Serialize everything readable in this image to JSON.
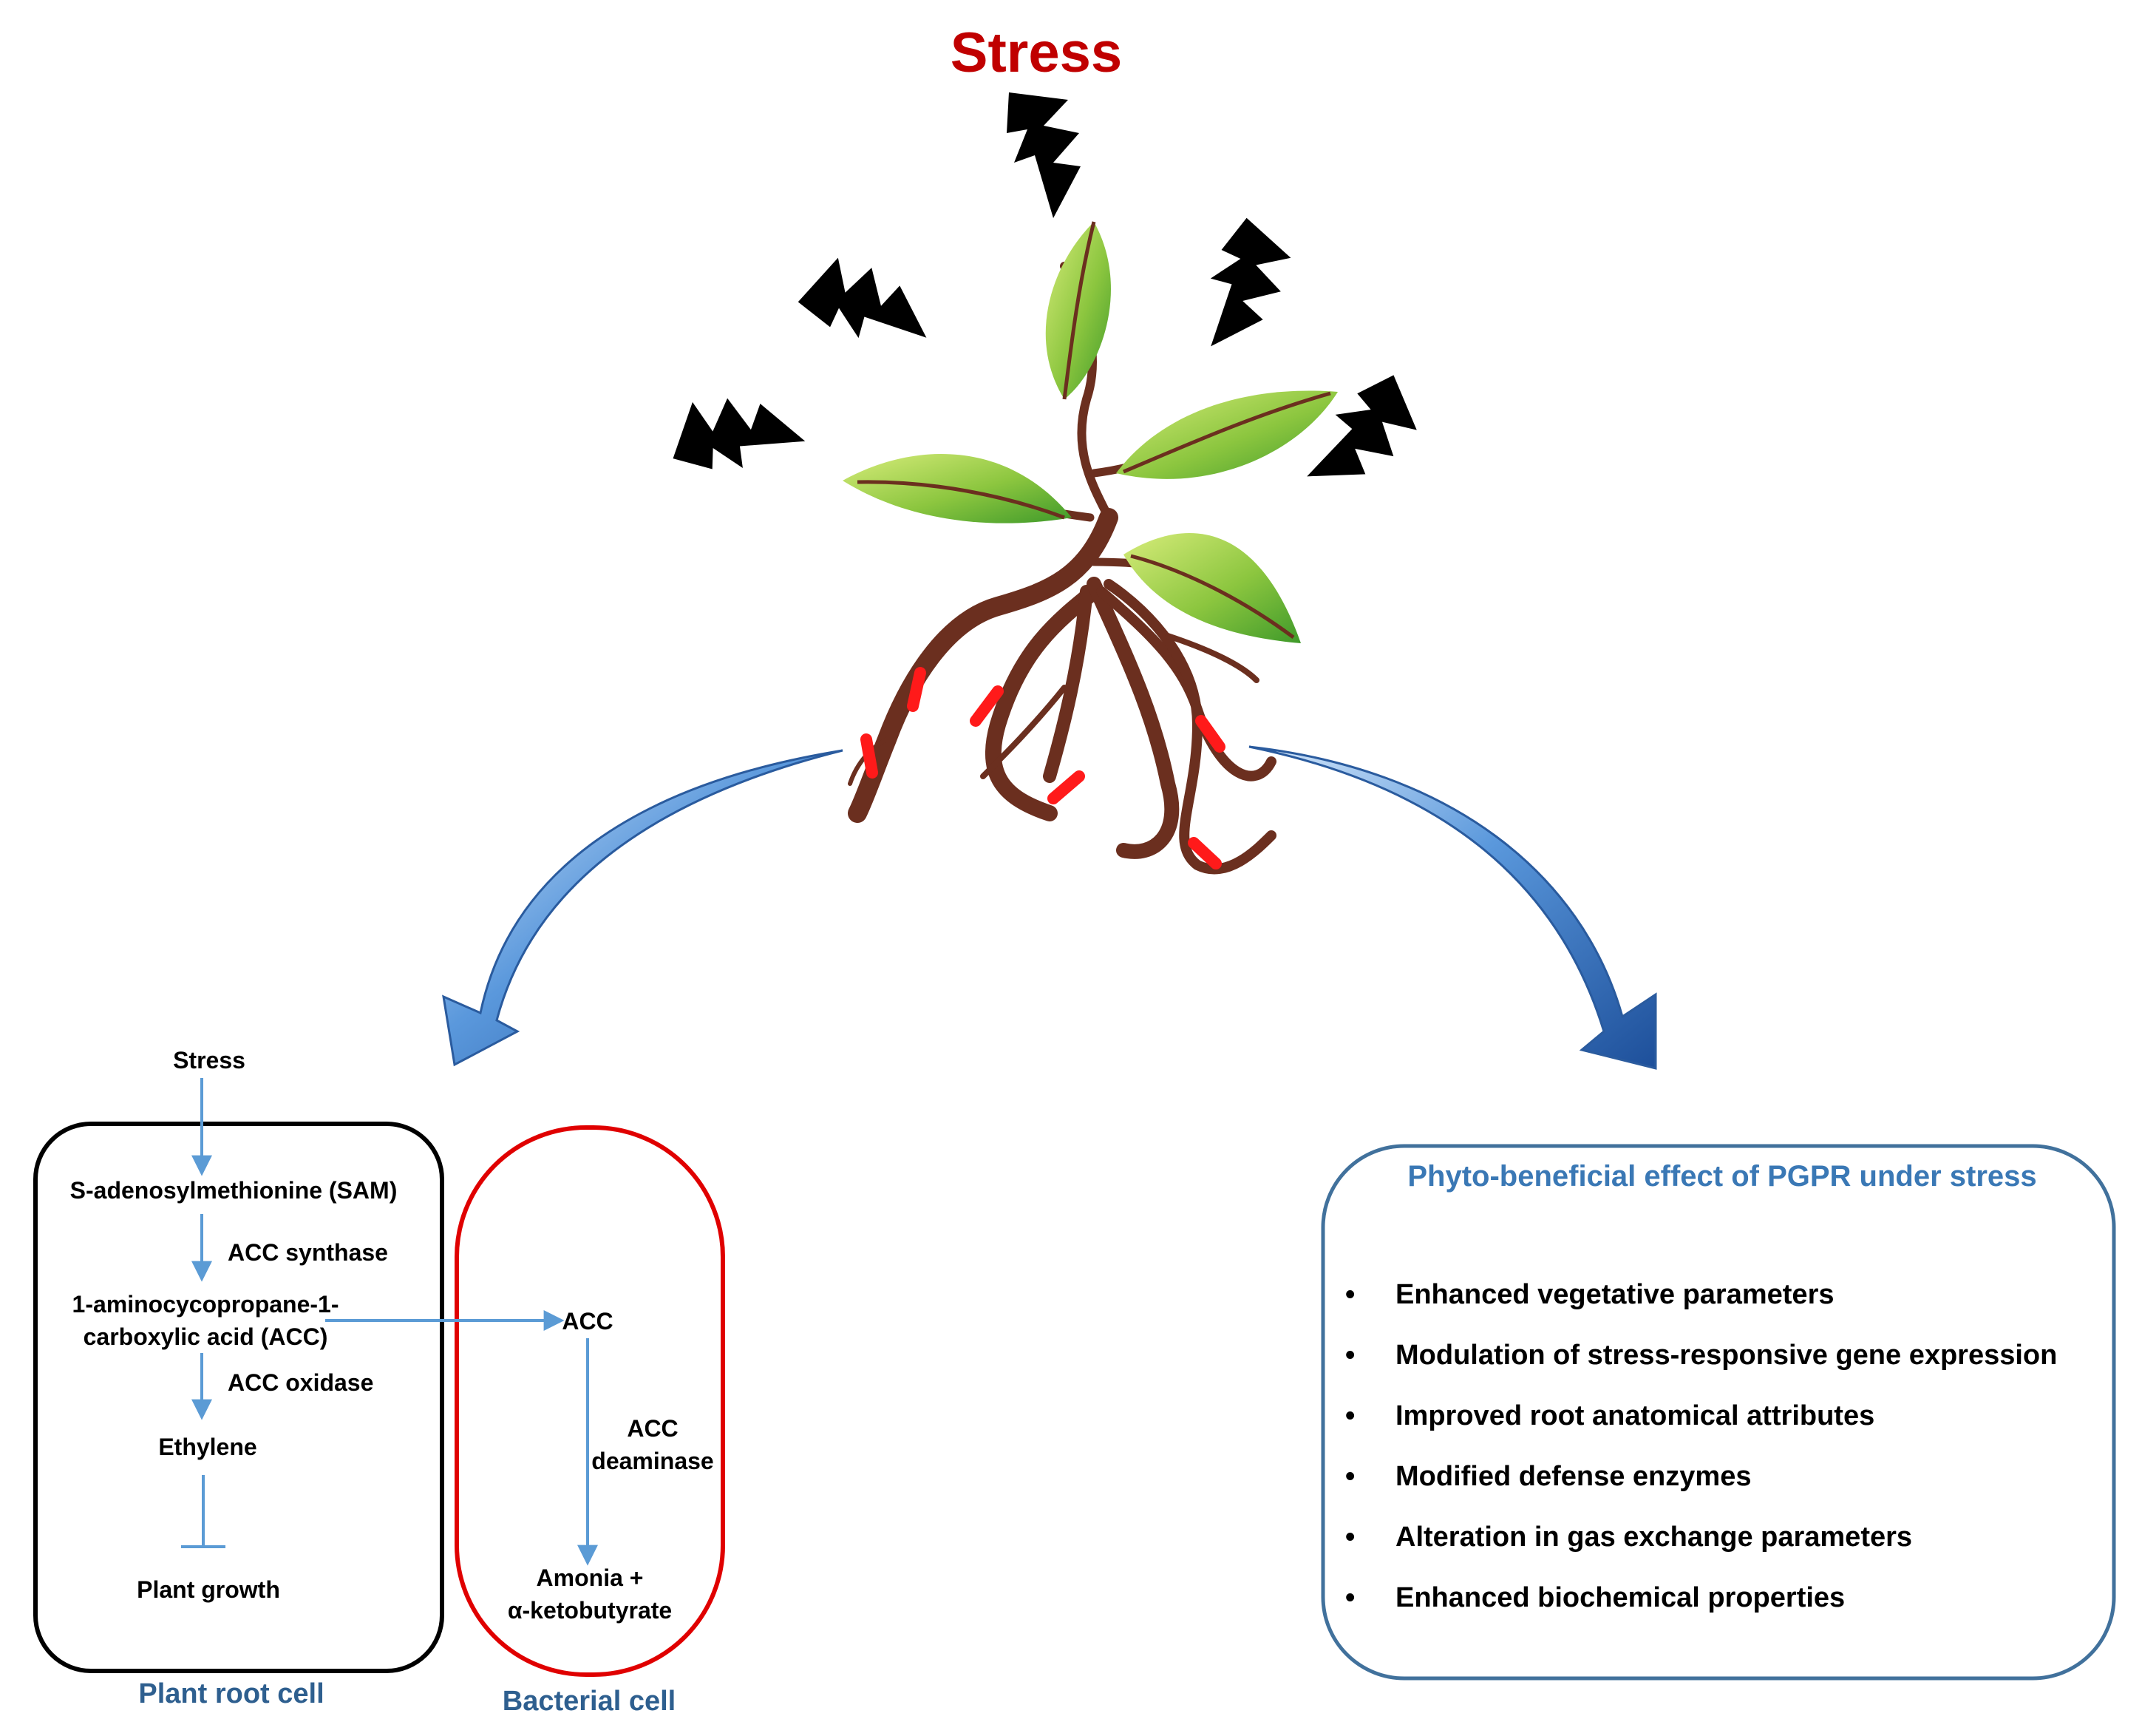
{
  "title": "Stress",
  "plant_root_cell": {
    "caption": "Plant root cell",
    "stress": "Stress",
    "sam": "S-adenosylmethionine (SAM)",
    "acc_synthase": "ACC synthase",
    "acc_line1": "1-aminocycopropane-1-",
    "acc_line2": "carboxylic acid (ACC)",
    "acc_oxidase": "ACC oxidase",
    "ethylene": "Ethylene",
    "plant_growth": "Plant growth"
  },
  "bacterial_cell": {
    "caption": "Bacterial cell",
    "acc": "ACC",
    "deaminase_line1": "ACC",
    "deaminase_line2": "deaminase",
    "product_line1": "Amonia +",
    "product_line2": "α-ketobutyrate"
  },
  "effects_panel": {
    "title": "Phyto-beneficial effect of PGPR  under stress",
    "bullet": "•",
    "items": [
      "Enhanced vegetative parameters",
      "Modulation of stress-responsive gene expression",
      "Improved root anatomical attributes",
      "Modified defense enzymes",
      "Alteration in gas exchange parameters",
      "Enhanced biochemical properties"
    ]
  },
  "colors": {
    "title": "#c00000",
    "leaf": "#7dc33a",
    "root": "#6b2f1f",
    "bacteria": "#ff1a1a",
    "curved_arrow": "#3a7fd0",
    "pathway_arrow": "#5b9bd5",
    "plant_cell_border": "#000000",
    "bacterial_cell_border": "#e00000",
    "panel_border": "#41719c",
    "caption": "#2e5f8f"
  }
}
